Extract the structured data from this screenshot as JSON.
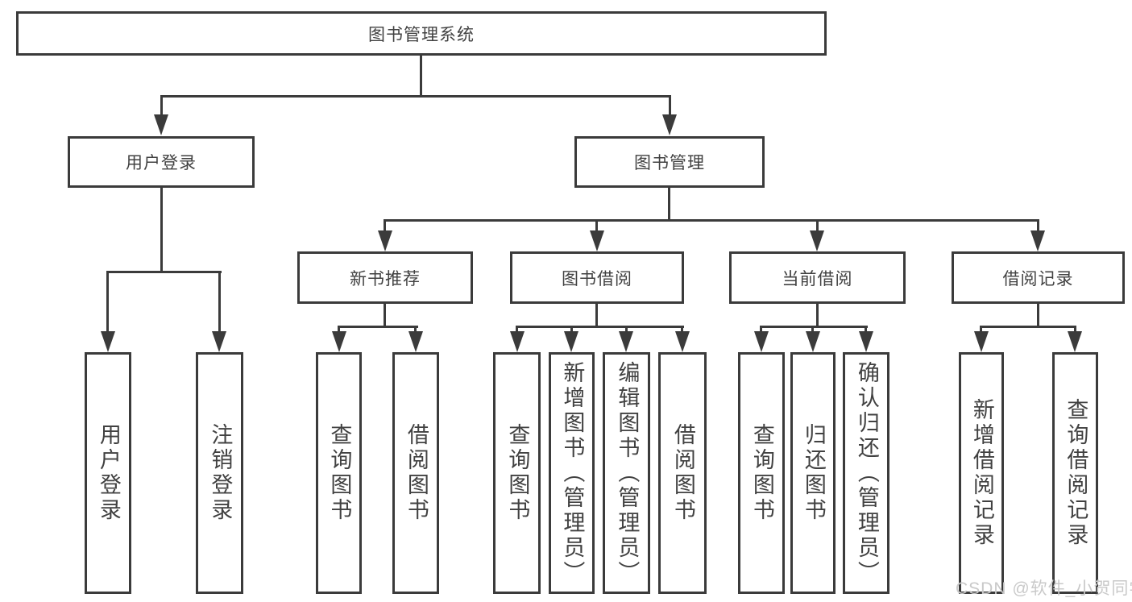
{
  "diagram": {
    "type": "hierarchy-tree",
    "root": {
      "label": "图书管理系统",
      "children": [
        {
          "label": "用户登录",
          "children": [
            {
              "label": "用户登录"
            },
            {
              "label": "注销登录"
            }
          ]
        },
        {
          "label": "图书管理",
          "children": [
            {
              "label": "新书推荐",
              "children": [
                {
                  "label": "查询图书"
                },
                {
                  "label": "借阅图书"
                }
              ]
            },
            {
              "label": "图书借阅",
              "children": [
                {
                  "label": "查询图书"
                },
                {
                  "label": "新增图书（管理员）"
                },
                {
                  "label": "编辑图书（管理员）"
                },
                {
                  "label": "借阅图书"
                }
              ]
            },
            {
              "label": "当前借阅",
              "children": [
                {
                  "label": "查询图书"
                },
                {
                  "label": "归还图书"
                },
                {
                  "label": "确认归还（管理员）"
                }
              ]
            },
            {
              "label": "借阅记录",
              "children": [
                {
                  "label": "新增借阅记录"
                },
                {
                  "label": "查询借阅记录"
                }
              ]
            }
          ]
        }
      ]
    },
    "colors": {
      "line": "#3b3b3b",
      "text": "#414141",
      "box_background": "#ffffff",
      "watermark": "#c9c9c9"
    }
  },
  "watermark": {
    "text": "CSDN @软件_小贺同学"
  }
}
